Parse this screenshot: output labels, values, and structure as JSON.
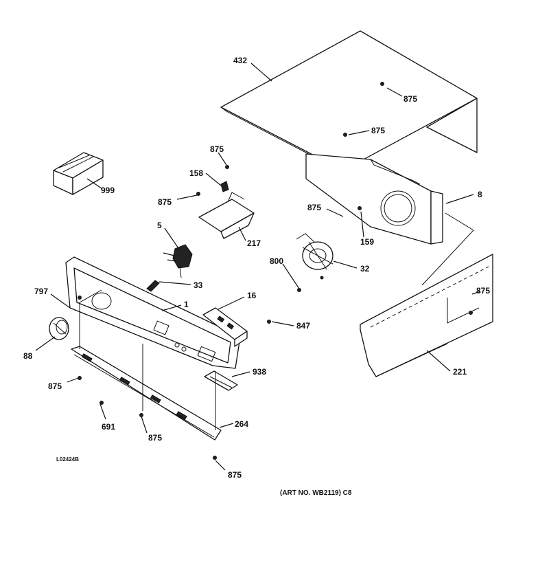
{
  "diagram": {
    "labels": {
      "l432": "432",
      "l875_a": "875",
      "l875_b": "875",
      "l875_c": "875",
      "l158": "158",
      "l875_d": "875",
      "l999": "999",
      "l875_e": "875",
      "l8": "8",
      "l217": "217",
      "l159": "159",
      "l5": "5",
      "l800": "800",
      "l32": "32",
      "l33": "33",
      "l875_f": "875",
      "l797": "797",
      "l16": "16",
      "l1": "1",
      "l847": "847",
      "l88": "88",
      "l938": "938",
      "l221": "221",
      "l875_g": "875",
      "l691": "691",
      "l264": "264",
      "l875_h": "875",
      "l875_i": "875"
    },
    "drawing_code": "L02424B",
    "art_no": "(ART NO. WB2119) C8"
  }
}
